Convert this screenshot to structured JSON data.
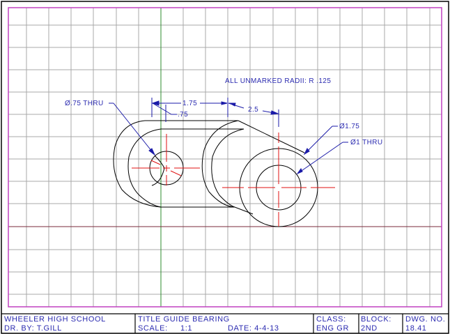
{
  "drawing": {
    "note": "ALL UNMARKED RADII: R .125",
    "dimensions": {
      "left_hole": "Ø.75 THRU",
      "center_distance": "1.75",
      "offset": ".75",
      "right_offset": "2.5",
      "boss_diameter": "Ø1.75",
      "right_hole": "Ø1 THRU"
    },
    "colors": {
      "border": "#c040c0",
      "grid": "#a8a8a8",
      "object_lines": "#000000",
      "center_lines": "#e01010",
      "dimensions": "#1a1aa8",
      "axis_green": "#2e8b2e"
    }
  },
  "title_block": {
    "school": "WHEELER HIGH SCHOOL",
    "drawn_by": "DR. BY: T.GILL",
    "title": "TITLE GUIDE BEARING",
    "scale_label": "SCALE:",
    "scale_value": "1:1",
    "date": "DATE: 4-4-13",
    "class_label": "CLASS:",
    "class_value": "ENG GR",
    "block_label": "BLOCK:",
    "block_value": "2ND",
    "dwg_label": "DWG. NO.",
    "dwg_value": "18.41"
  }
}
